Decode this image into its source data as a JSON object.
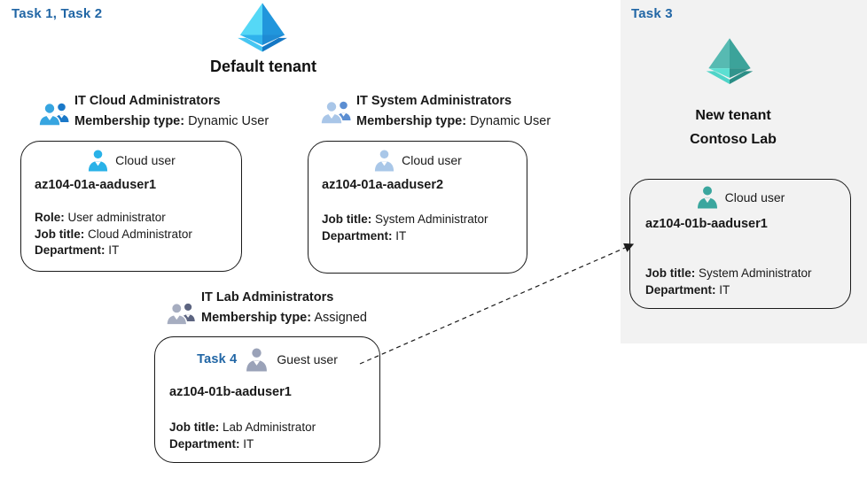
{
  "labels": {
    "task12": "Task 1, Task 2",
    "task3": "Task 3"
  },
  "default_tenant": {
    "title": "Default tenant",
    "icon": "azure-tenant-icon-blue"
  },
  "new_tenant": {
    "title_line1": "New tenant",
    "title_line2": "Contoso Lab",
    "icon": "azure-tenant-icon-teal",
    "panel_bg": "#f2f2f2"
  },
  "groups": [
    {
      "title": "IT Cloud Administrators",
      "membership_label": "Membership type:",
      "membership_value": "Dynamic User",
      "icon": "group-people-icon-blue"
    },
    {
      "title": "IT System Administrators",
      "membership_label": "Membership type:",
      "membership_value": "Dynamic User",
      "icon": "group-people-icon-lightblue"
    },
    {
      "title": "IT Lab Administrators",
      "membership_label": "Membership type:",
      "membership_value": "Assigned",
      "icon": "group-people-icon-gray"
    }
  ],
  "users": [
    {
      "type_label": "Cloud user",
      "name": "az104-01a-aaduser1",
      "icon": "person-icon-blue",
      "attrs": [
        {
          "label": "Role:",
          "value": "User administrator"
        },
        {
          "label": "Job title:",
          "value": "Cloud Administrator"
        },
        {
          "label": "Department:",
          "value": "IT"
        }
      ]
    },
    {
      "type_label": "Cloud user",
      "name": "az104-01a-aaduser2",
      "icon": "person-icon-lightblue",
      "attrs": [
        {
          "label": "Job title:",
          "value": "System Administrator"
        },
        {
          "label": "Department:",
          "value": "IT"
        }
      ]
    },
    {
      "task_label": "Task 4",
      "type_label": "Guest user",
      "name": "az104-01b-aaduser1",
      "icon": "person-icon-gray",
      "attrs": [
        {
          "label": "Job title:",
          "value": "Lab Administrator"
        },
        {
          "label": "Department:",
          "value": "IT"
        }
      ]
    },
    {
      "type_label": "Cloud user",
      "name": "az104-01b-aaduser1",
      "icon": "person-icon-teal",
      "attrs": [
        {
          "label": "Job title:",
          "value": "System Administrator"
        },
        {
          "label": "Department:",
          "value": "IT"
        }
      ]
    }
  ],
  "arrow": {
    "style": "dashed",
    "from": "guest-user-box",
    "to": "new-tenant-cloud-user-box"
  },
  "colors": {
    "task_label": "#2166a5",
    "panel_bg": "#f2f2f2",
    "box_border": "#1a1a1a",
    "text": "#1a1a1a",
    "azure_blue_light": "#55d8f6",
    "azure_blue_dark": "#1c86cf",
    "azure_teal_light": "#5cdfd2",
    "azure_teal_dark": "#2b8e86",
    "person_blue": "#29b2e8",
    "person_lightblue": "#a9c7e8",
    "person_gray": "#9aa2b8",
    "person_teal": "#3aa69e"
  }
}
